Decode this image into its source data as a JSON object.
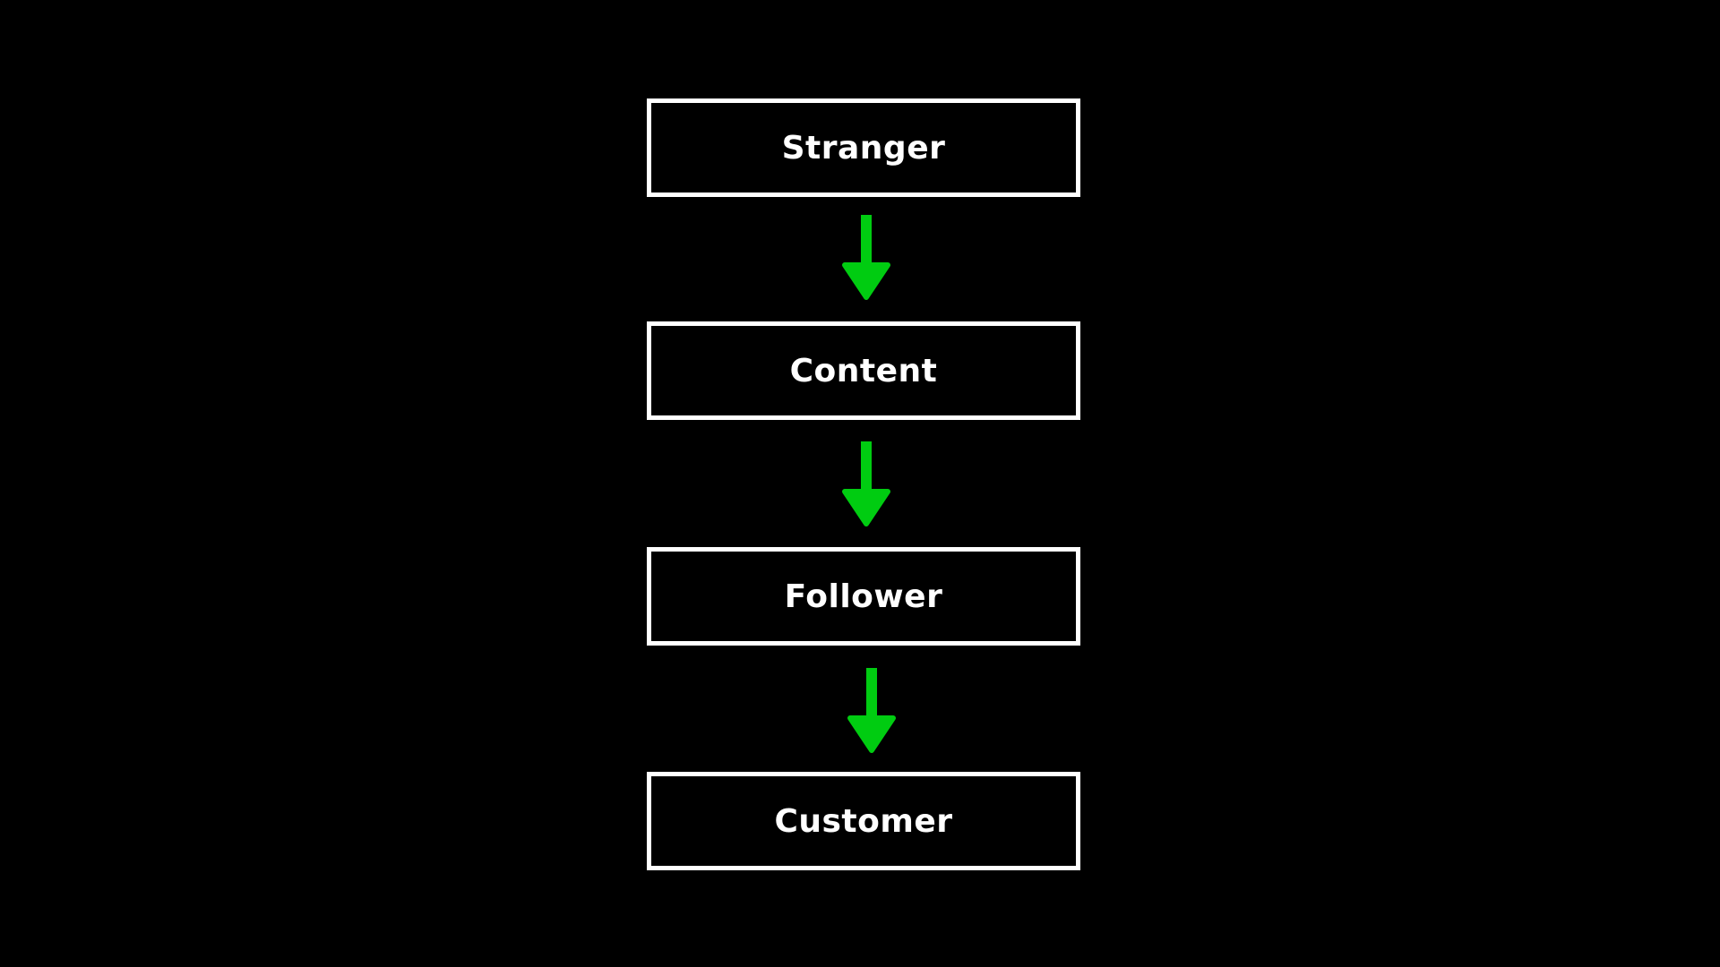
{
  "diagram": {
    "arrow_color": "#00cc11",
    "border_color": "#ffffff",
    "background_color": "#000000",
    "stages": [
      {
        "label": "Stranger"
      },
      {
        "label": "Content"
      },
      {
        "label": "Follower"
      },
      {
        "label": "Customer"
      }
    ],
    "connectors": [
      {
        "icon": "arrow-down-icon"
      },
      {
        "icon": "arrow-down-icon"
      },
      {
        "icon": "arrow-down-icon"
      }
    ]
  }
}
